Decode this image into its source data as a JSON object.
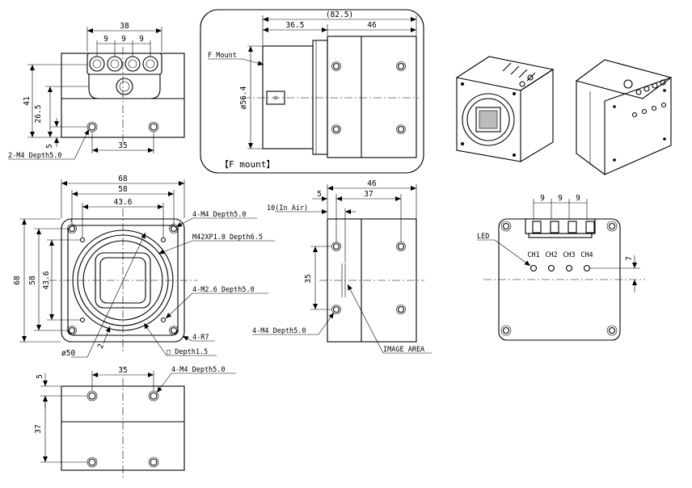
{
  "views": {
    "top": {
      "width": "38",
      "pitch": [
        "9",
        "9",
        "9"
      ],
      "height_total": "41",
      "height_mid": "26.5",
      "edge": "5",
      "hole_span": "35",
      "hole_note": "2-M4 Depth5.0"
    },
    "fmount": {
      "overall": "(82.5)",
      "length_a": "36.5",
      "length_b": "46",
      "label": "F Mount",
      "diameter": "ø56.4",
      "title": "【F mount】"
    },
    "front": {
      "width_68": "68",
      "width_58": "58",
      "width_436": "43.6",
      "height_68": "68",
      "height_58": "58",
      "height_436": "43.6",
      "diam_50": "ø50",
      "dim_2": "2",
      "notes": [
        "4-M4 Depth5.0",
        "M42XP1.0 Depth6.5",
        "4-M2.6 Depth5.0",
        "4-R7",
        "□ Depth1.5"
      ]
    },
    "side": {
      "length": "46",
      "offset": "5",
      "length_b": "37",
      "height": "35",
      "label": "10(In Air)",
      "hole_note": "4-M4 Depth5.0",
      "image_label": "IMAGE AREA"
    },
    "back": {
      "pitch": [
        "9",
        "9",
        "9"
      ],
      "led_label": "LED",
      "channels": [
        "CH1",
        "CH2",
        "CH3",
        "CH4"
      ],
      "dim_7": "7"
    },
    "bottom": {
      "hole_span": "35",
      "edge": "5",
      "depth": "37",
      "hole_note": "4-M4 Depth5.0"
    }
  }
}
